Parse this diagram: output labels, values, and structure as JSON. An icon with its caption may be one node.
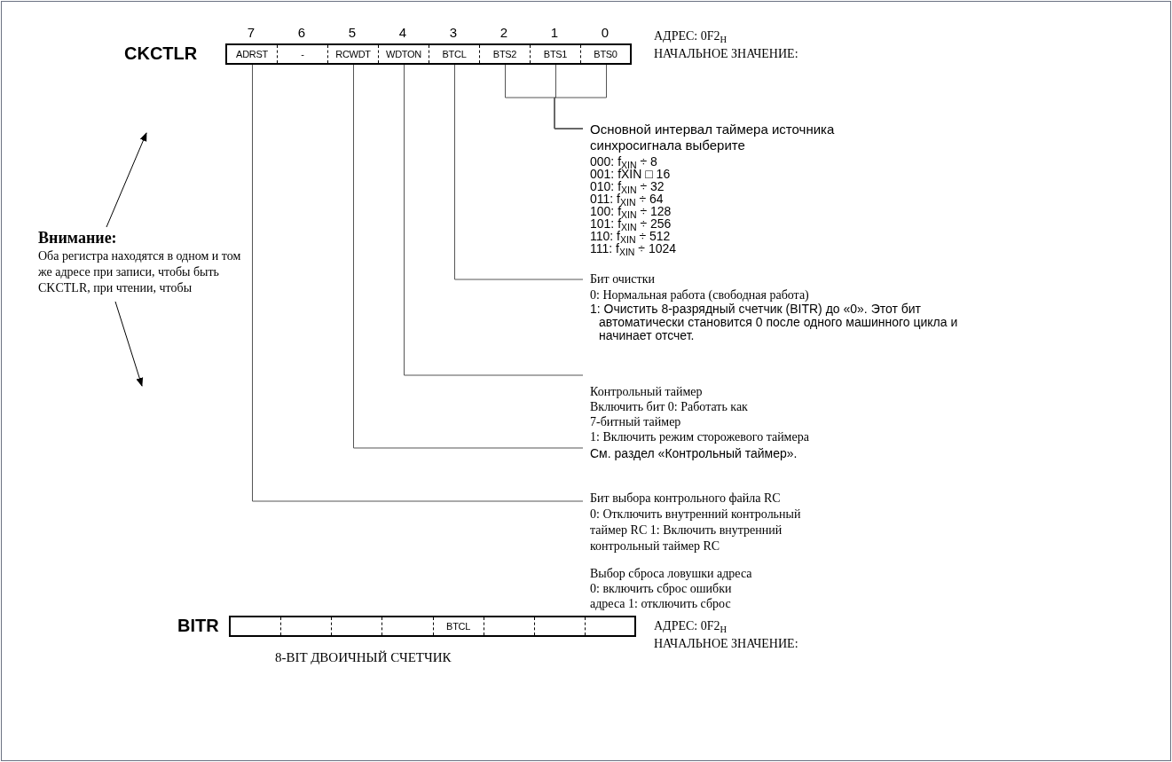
{
  "diagram": {
    "nodes": [
      {
        "text": [
          "CKCTLR"
        ]
      },
      {
        "text": [
          "ADRST"
        ],
        "in": 0
      },
      {
        "text": [
          "-"
        ],
        "in": 0
      },
      {
        "text": [
          "RCWDT"
        ],
        "in": 0
      },
      {
        "text": [
          "WDTON"
        ],
        "in": 0
      },
      {
        "text": [
          "BTCL"
        ],
        "in": 0
      },
      {
        "text": [
          "BTS2"
        ],
        "in": 0
      },
      {
        "text": [
          "BTS1"
        ],
        "in": 0
      },
      {
        "text": [
          "BTS0"
        ],
        "in": 0
      },
      {
        "text": [
          "Основной интервал таймера источника синхросигнала выберите",
          "000: f$_{XIN}$ ÷ 8",
          "001: fXIN □ 16",
          "010: f$_{XIN}$ ÷ 32",
          "011: f$_{XIN}$ ÷ 64",
          "100: f$_{XIN}$ ÷ 128",
          "101: f$_{XIN}$ ÷ 256",
          "110: f$_{XIN}$ ÷ 512",
          "111: f$_{XIN}$ ÷ 1024"
        ]
      },
      {
        "text": [
          "Бит очистки",
          "0: Нормальная работа (свободная работа)",
          "1: Очистить 8-разрядный счетчик (BITR) до «0». Этот бит автоматически становится 0 после одного машинного цикла и начинает отсчет."
        ]
      },
      {
        "text": [
          "Контрольный таймер",
          "Включить бит 0: Работать как 7-битный таймер",
          "1: Включить режим сторожевого таймера",
          "См. раздел «Контрольный таймер»."
        ]
      },
      {
        "text": [
          "Бит выбора контрольного файла RC",
          "0: Отключить внутренний контрольный таймер RC 1: Включить внутренний контрольный таймер RC"
        ]
      },
      {
        "text": [
          "Внимание:",
          "Оба регистра находятся в одном и том же адресе при записи, чтобы быть CKCTLR, при чтении, чтобы"
        ]
      },
      {
        "text": [
          "BITR"
        ],
        "beside": [
          "8-BIT ДВОИЧНЫЙ СЧЕТЧИК"
        ]
      },
      {
        "text": [],
        "shape": "box",
        "in": 14
      },
      {
        "text": [],
        "shape": "box",
        "in": 14
      },
      {
        "text": [],
        "shape": "box",
        "in": 14
      },
      {
        "text": [],
        "shape": "box",
        "in": 14
      },
      {
        "text": [
          "BTCL"
        ],
        "in": 14
      },
      {
        "text": [],
        "shape": "box",
        "in": 14
      },
      {
        "text": [],
        "shape": "box",
        "in": 14
      },
      {
        "text": [],
        "shape": "box",
        "in": 14
      }
    ],
    "edges": [
      {
        "from": 6,
        "to": 9,
        "arrow": "none"
      },
      {
        "from": 7,
        "to": 9,
        "arrow": "none"
      },
      {
        "from": 8,
        "to": 9,
        "arrow": "none"
      },
      {
        "from": 5,
        "to": 10,
        "arrow": "none"
      },
      {
        "from": 4,
        "to": 11,
        "arrow": "none"
      },
      {
        "from": 3,
        "to": 11,
        "arrow": "none"
      },
      {
        "from": 1,
        "to": 12,
        "arrow": "none"
      },
      {
        "from": 13,
        "to": null,
        "arrow": "to"
      },
      {
        "from": 13,
        "to": null,
        "arrow": "to"
      }
    ],
    "labels": [
      "7",
      "6",
      "5",
      "4",
      "3",
      "2",
      "1",
      "0",
      "АДРЕС: 0F2$_{H}$",
      "НАЧАЛЬНОЕ ЗНАЧЕНИЕ:",
      "Выбор сброса ловушки адреса",
      "0: включить сброс ошибки адреса 1: отключить сброс",
      "АДРЕС: 0F2$_{H}$",
      "НАЧАЛЬНОЕ ЗНАЧЕНИЕ:"
    ]
  }
}
